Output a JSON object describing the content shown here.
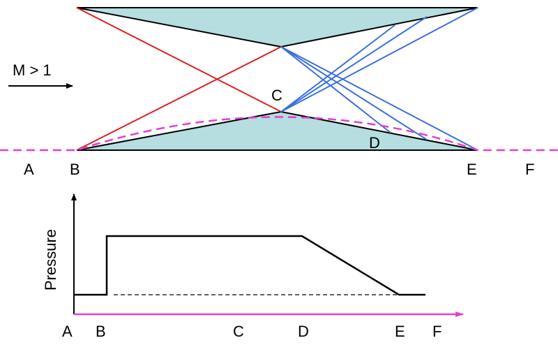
{
  "flow": {
    "mach_label": "M > 1"
  },
  "geometry_labels": {
    "A": "A",
    "B": "B",
    "C": "C",
    "D": "D",
    "E": "E",
    "F": "F"
  },
  "pressure_plot": {
    "ylabel": "Pressure",
    "x_labels": [
      "A",
      "B",
      "C",
      "D",
      "E",
      "F"
    ]
  },
  "colors": {
    "body_fill": "#b6dde0",
    "shock_red": "#e02020",
    "expansion_blue": "#3a6fe0",
    "dashed_magenta": "#e040d0",
    "axis_magenta": "#e040d0",
    "outline": "#000000"
  }
}
